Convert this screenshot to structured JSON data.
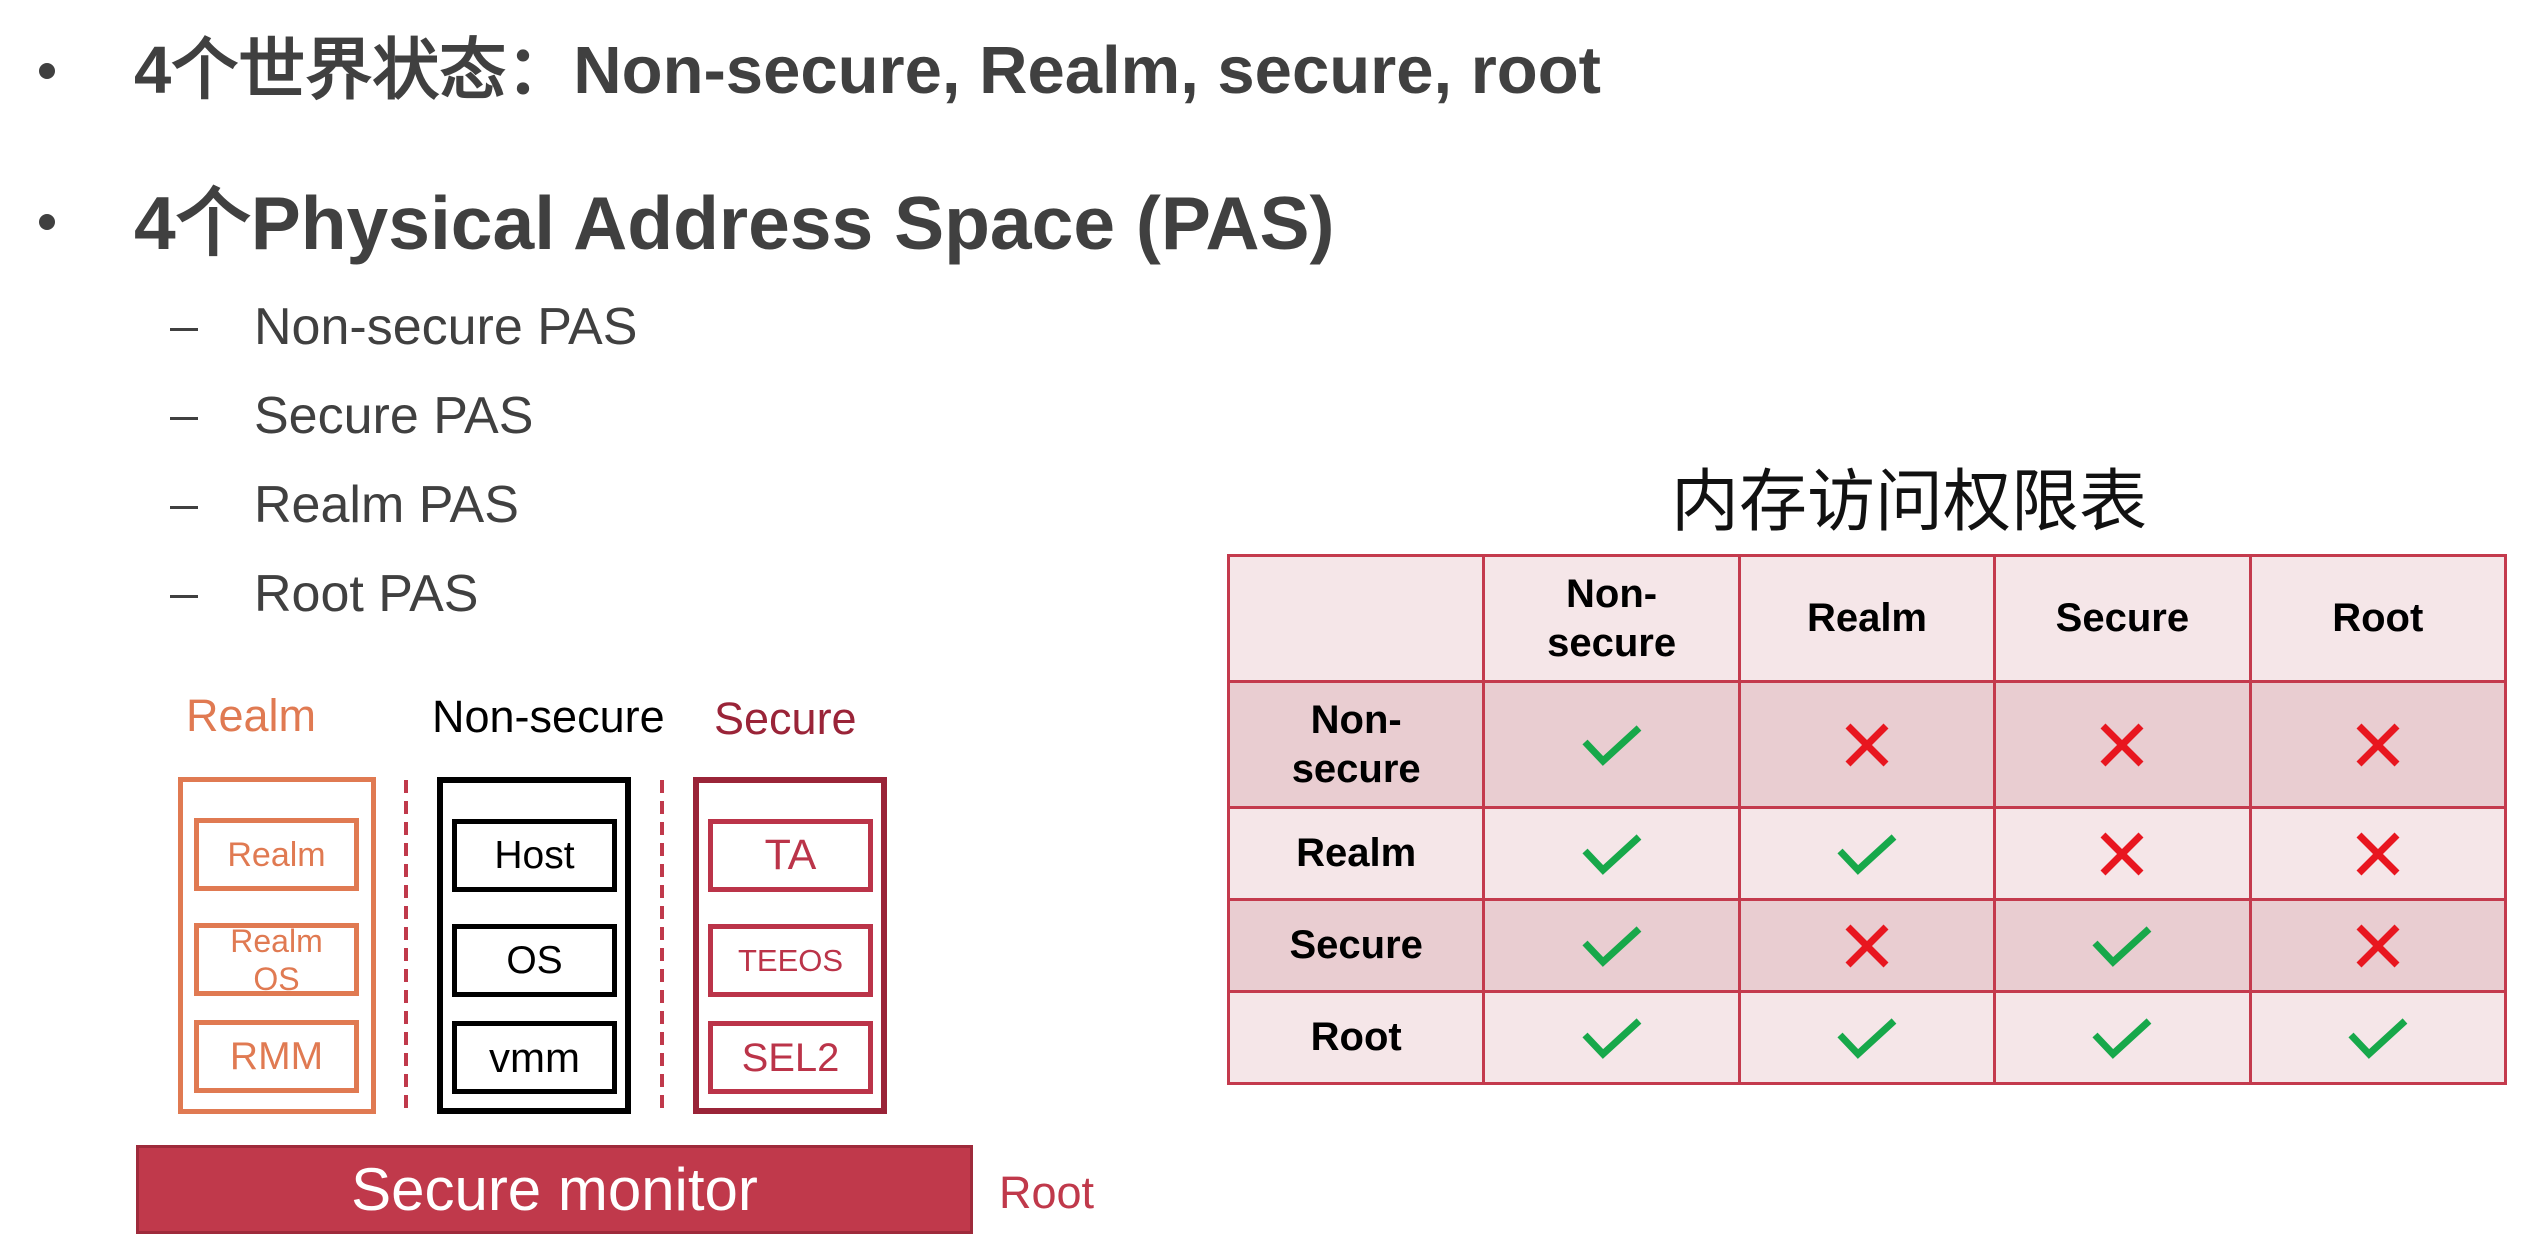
{
  "bullets": [
    {
      "text": "4个世界状态：Non-secure, Realm, secure, root"
    },
    {
      "text": "4个Physical Address Space (PAS)",
      "sub_items": [
        "Non-secure PAS",
        "Secure PAS",
        "Realm PAS",
        "Root PAS"
      ]
    }
  ],
  "permissions_table": {
    "title": "内存访问权限表",
    "columns": [
      "Non-secure",
      "Realm",
      "Secure",
      "Root"
    ],
    "rows": [
      {
        "label": "Non-secure",
        "marks": [
          true,
          false,
          false,
          false
        ]
      },
      {
        "label": "Realm",
        "marks": [
          true,
          true,
          false,
          false
        ]
      },
      {
        "label": "Secure",
        "marks": [
          true,
          false,
          true,
          false
        ]
      },
      {
        "label": "Root",
        "marks": [
          true,
          true,
          true,
          true
        ]
      }
    ],
    "icons": {
      "granted": "check-icon",
      "denied": "cross-icon"
    }
  },
  "diagram": {
    "worlds": [
      {
        "label": "Realm",
        "components": [
          "Realm",
          "Realm OS",
          "RMM"
        ]
      },
      {
        "label": "Non-secure",
        "components": [
          "Host",
          "OS",
          "vmm"
        ]
      },
      {
        "label": "Secure",
        "components": [
          "TA",
          "TEEOS",
          "SEL2"
        ]
      }
    ],
    "monitor": {
      "label": "Secure monitor",
      "side_label": "Root"
    }
  },
  "colors": {
    "text": "#404040",
    "realm": "#e07a52",
    "secure": "#9a2438",
    "secure_component": "#bb3449",
    "monitor": "#c0394b",
    "monitor_border": "#9e2a3b",
    "table_border": "#c43a4d",
    "table_light": "#f5e6e8",
    "table_dark": "#e9cdd1",
    "check": "#17a84a",
    "cross": "#e8161f"
  }
}
